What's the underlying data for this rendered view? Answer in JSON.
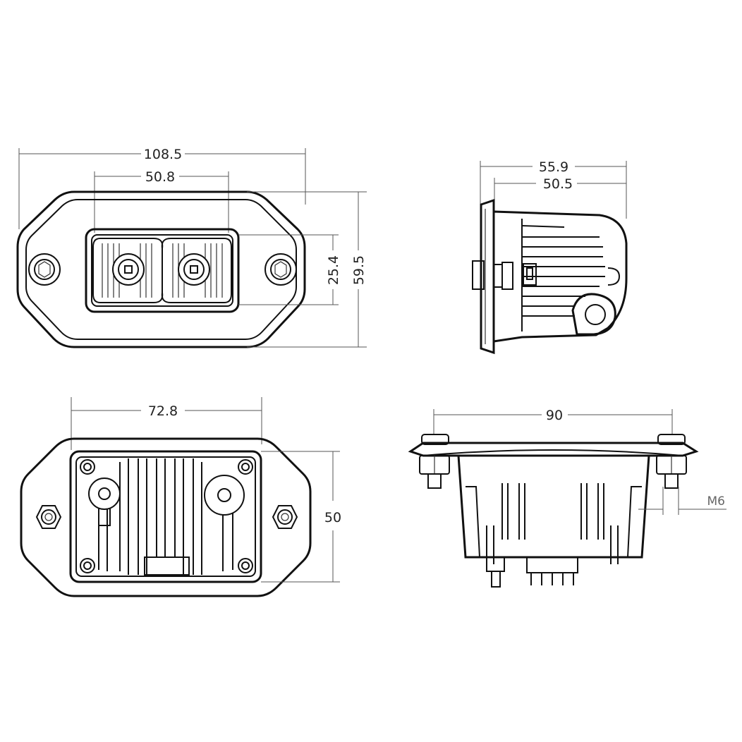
{
  "views": {
    "front": {
      "overall_width": "108.5",
      "led_spacing": "50.8",
      "lens_height": "25.4",
      "overall_height": "59.5"
    },
    "side": {
      "overall_depth": "55.9",
      "body_depth": "50.5"
    },
    "rear": {
      "housing_width": "72.8",
      "housing_height": "50"
    },
    "bottom": {
      "stud_spacing": "90",
      "thread": "M6"
    }
  },
  "colors": {
    "line": "#111111",
    "dimension": "#555555",
    "background": "#ffffff"
  }
}
